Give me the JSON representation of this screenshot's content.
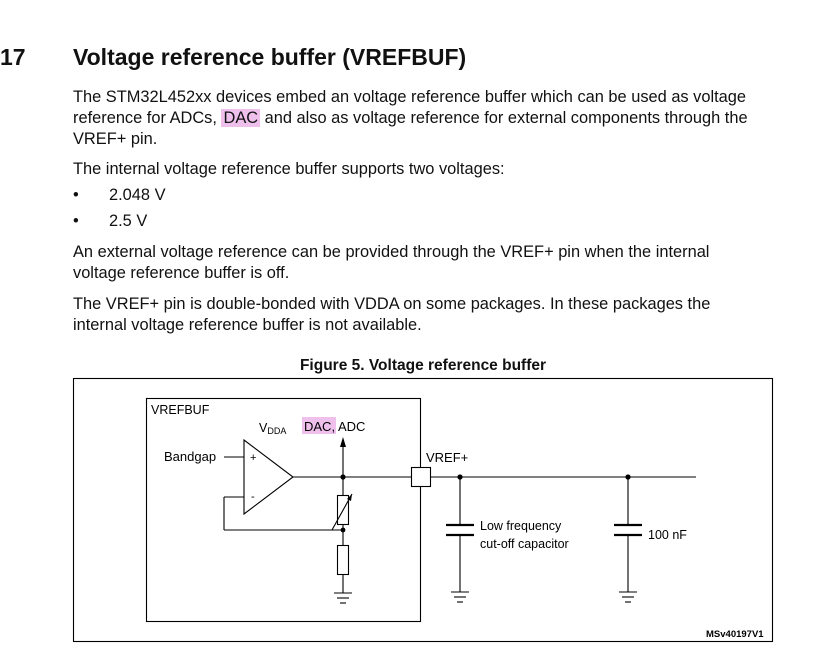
{
  "section": {
    "number": "17",
    "title": "Voltage reference buffer (VREFBUF)"
  },
  "paragraphs": {
    "p1_before": "The STM32L452xx devices embed an voltage reference buffer which can be used as voltage reference for ADCs, ",
    "p1_highlight": "DAC",
    "p1_after": " and also as voltage reference for external components through the VREF+ pin.",
    "p2": "The internal voltage reference buffer supports two voltages:",
    "p3": "An external voltage reference can be provided through the VREF+ pin when the internal voltage reference buffer is off.",
    "p4": "The VREF+ pin is double-bonded with VDDA on some packages. In these packages the internal voltage reference buffer is not available."
  },
  "bullets": [
    {
      "symbol": "•",
      "text": "2.048 V"
    },
    {
      "symbol": "•",
      "text": "2.5 V"
    }
  ],
  "figure": {
    "caption": "Figure 5. Voltage reference buffer",
    "block_label": "VREFBUF",
    "vdda_main": "V",
    "vdda_sub": "DDA",
    "dac_label": "DAC",
    "adc_label": ", ADC",
    "bandgap_label": "Bandgap",
    "plus_sign": "+",
    "minus_sign": "-",
    "pin_label": "VREF+",
    "cap1_line1": "Low frequency",
    "cap1_line2": "cut-off capacitor",
    "cap2_label": "100 nF",
    "figure_id": "MSv40197V1"
  },
  "colors": {
    "highlight": "#f0c0ec",
    "text": "#111111"
  }
}
